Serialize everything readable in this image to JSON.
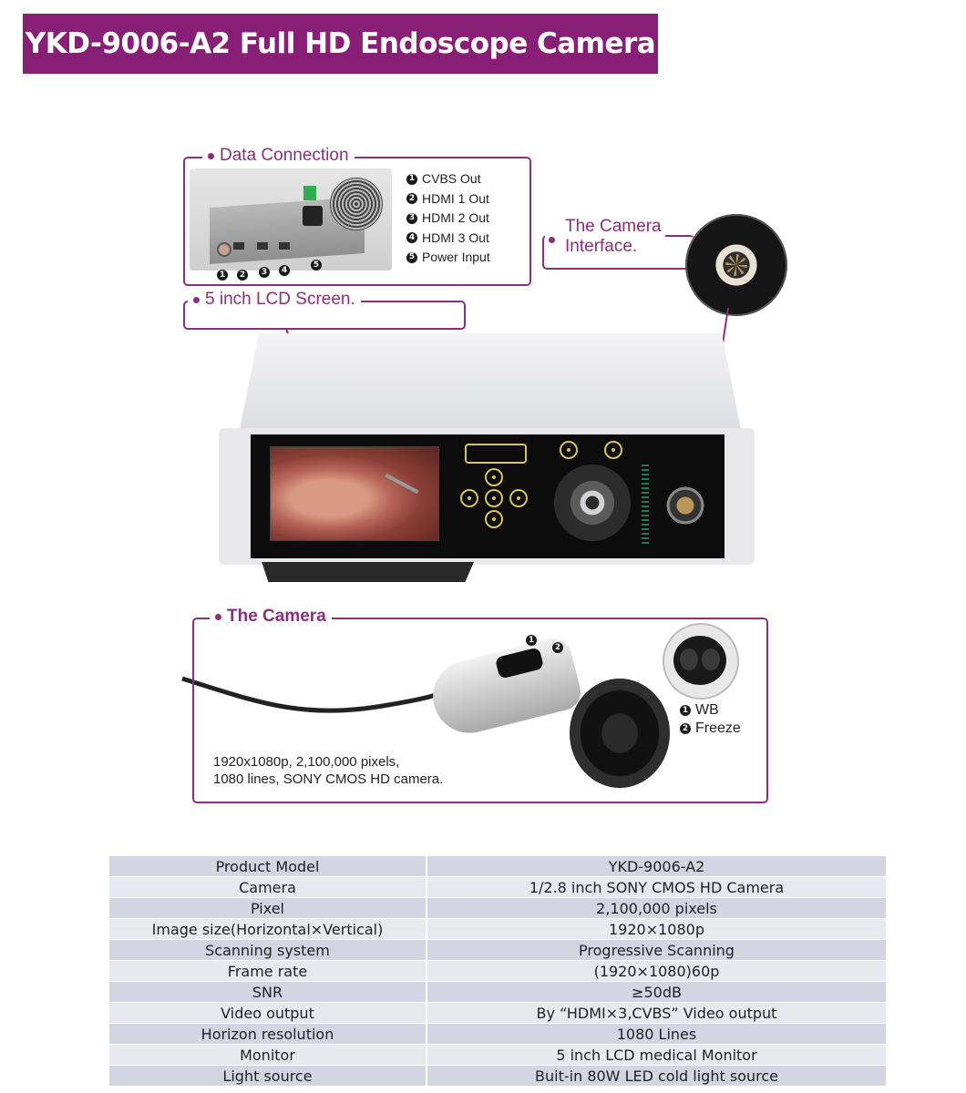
{
  "banner": {
    "title": "YKD-9006-A2 Full HD Endoscope Camera"
  },
  "colors": {
    "brand_purple": "#861f75",
    "callout_purple": "#8a2f7d",
    "table_dark": "#d3d5e2",
    "table_light": "#e8e9f0"
  },
  "data_connection": {
    "label": "Data Connection",
    "items": [
      {
        "num": "1",
        "label": "CVBS Out"
      },
      {
        "num": "2",
        "label": "HDMI 1 Out"
      },
      {
        "num": "3",
        "label": "HDMI 2 Out"
      },
      {
        "num": "4",
        "label": "HDMI 3 Out"
      },
      {
        "num": "5",
        "label": "Power Input"
      }
    ],
    "port_numbers": [
      "1",
      "2",
      "3",
      "4",
      "5"
    ]
  },
  "camera_interface": {
    "label_line1": "The Camera",
    "label_line2": "Interface."
  },
  "lcd": {
    "label": "5 inch LCD Screen."
  },
  "camera": {
    "label": "The Camera",
    "buttons": [
      {
        "num": "1",
        "label": "WB"
      },
      {
        "num": "2",
        "label": "Freeze"
      }
    ],
    "head_numbers": [
      "1",
      "2"
    ],
    "caption_line1": "1920x1080p, 2,100,000 pixels,",
    "caption_line2": "1080 lines, SONY CMOS HD camera."
  },
  "spec_table": [
    {
      "key": "Product Model",
      "value": "YKD-9006-A2"
    },
    {
      "key": "Camera",
      "value": "1/2.8 inch SONY CMOS HD Camera"
    },
    {
      "key": "Pixel",
      "value": "2,100,000 pixels"
    },
    {
      "key": "Image size(Horizontal×Vertical)",
      "value": "1920×1080p"
    },
    {
      "key": "Scanning system",
      "value": "Progressive Scanning"
    },
    {
      "key": "Frame rate",
      "value": "(1920×1080)60p"
    },
    {
      "key": "SNR",
      "value": "≥50dB"
    },
    {
      "key": "Video output",
      "value": "By “HDMI×3,CVBS” Video output"
    },
    {
      "key": "Horizon resolution",
      "value": "1080 Lines"
    },
    {
      "key": "Monitor",
      "value": "5 inch LCD medical Monitor"
    },
    {
      "key": "Light source",
      "value": "Buit-in 80W LED cold light source"
    }
  ]
}
